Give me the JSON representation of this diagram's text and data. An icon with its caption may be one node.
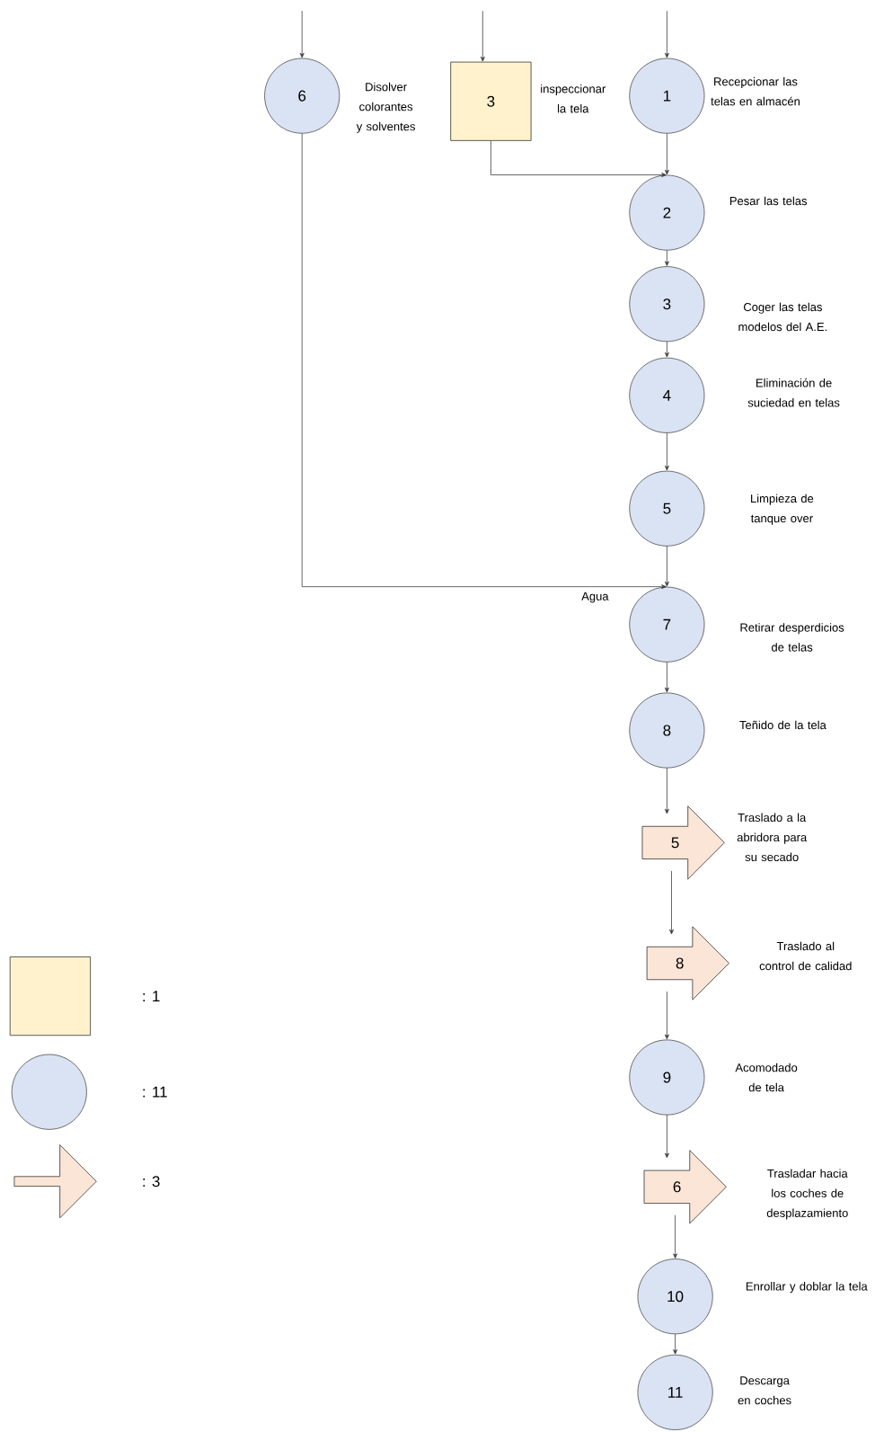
{
  "diagram": {
    "nodes": [
      {
        "text": [
          "6"
        ],
        "beside": [
          "Disolver colorantes y solventes"
        ]
      },
      {
        "text": [
          "3"
        ],
        "beside": [
          "inspeccionar la tela"
        ]
      },
      {
        "text": [
          "1"
        ],
        "beside": [
          "Recepcionar las telas en almacén"
        ]
      },
      {
        "text": [
          "2"
        ],
        "beside": [
          "Pesar las telas"
        ]
      },
      {
        "text": [
          "3"
        ],
        "beside": [
          "Coger las telas modelos del A.E."
        ]
      },
      {
        "text": [
          "4"
        ],
        "beside": [
          "Eliminación de suciedad en telas"
        ]
      },
      {
        "text": [
          "5"
        ],
        "beside": [
          "Limpieza de tanque over"
        ]
      },
      {
        "text": [
          "7"
        ],
        "beside": [
          "Retirar desperdicios de telas"
        ]
      },
      {
        "text": [
          "8"
        ],
        "beside": [
          "Teñido de la tela"
        ]
      },
      {
        "text": [
          "5"
        ],
        "beside": [
          "Traslado a la abridora para su secado"
        ]
      },
      {
        "text": [
          "8"
        ],
        "beside": [
          "Traslado al control de calidad"
        ]
      },
      {
        "text": [
          "9"
        ],
        "beside": [
          "Acomodado de tela"
        ]
      },
      {
        "text": [
          "6"
        ],
        "beside": [
          "Trasladar hacia los coches de desplazamiento"
        ]
      },
      {
        "text": [
          "10"
        ],
        "beside": [
          "Enrollar y doblar la tela"
        ]
      },
      {
        "text": [
          "11"
        ],
        "beside": [
          "Descarga en coches"
        ]
      }
    ],
    "edges": [
      {
        "from": null,
        "to": 0,
        "arrow": "to"
      },
      {
        "from": null,
        "to": 1,
        "arrow": "to"
      },
      {
        "from": null,
        "to": 2,
        "arrow": "to"
      },
      {
        "from": 1,
        "to": 3,
        "arrow": "to"
      },
      {
        "from": 2,
        "to": 3,
        "arrow": "to"
      },
      {
        "from": 3,
        "to": 4,
        "arrow": "to"
      },
      {
        "from": 4,
        "to": 5,
        "arrow": "to"
      },
      {
        "from": 5,
        "to": 6,
        "arrow": "to"
      },
      {
        "from": 6,
        "to": 7,
        "arrow": "to"
      },
      {
        "from": 0,
        "to": 7,
        "arrow": "to",
        "label": "Agua"
      },
      {
        "from": 7,
        "to": 8,
        "arrow": "to"
      },
      {
        "from": 8,
        "to": 9,
        "arrow": "to"
      },
      {
        "from": 9,
        "to": 10,
        "arrow": "to"
      },
      {
        "from": 10,
        "to": 11,
        "arrow": "to"
      },
      {
        "from": 11,
        "to": 12,
        "arrow": "to"
      },
      {
        "from": 12,
        "to": 13,
        "arrow": "to"
      },
      {
        "from": 13,
        "to": 14,
        "arrow": "to"
      }
    ],
    "legend": [
      {
        "text": ": 1"
      },
      {
        "text": ": 11"
      },
      {
        "text": ": 3"
      }
    ]
  }
}
